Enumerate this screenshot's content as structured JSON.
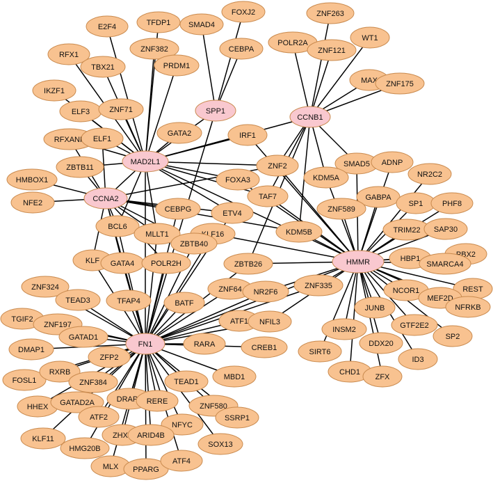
{
  "colors": {
    "hub_fill": "#f9c8cf",
    "node_fill": "#f8c290",
    "edge": "#000000"
  },
  "hubs": [
    "MAD2L1",
    "CCNA2",
    "SPP1",
    "CCNB1",
    "FN1",
    "HMMR"
  ],
  "nodes": [
    "SPP1",
    "CCNB1",
    "MAD2L1",
    "CCNA2",
    "FN1",
    "HMMR",
    "SMAD4",
    "FOXJ2",
    "CEBPA",
    "TFDP1",
    "E2F4",
    "ZNF382",
    "RFX1",
    "TBX21",
    "PRDM1",
    "IKZF1",
    "ELF3",
    "ZNF71",
    "RFXANK",
    "ELF1",
    "GATA2",
    "ZBTB11",
    "HMBOX1",
    "NFE2",
    "ZNF263",
    "POLR2A",
    "ZNF121",
    "WT1",
    "MAX",
    "ZNF175",
    "IRF1",
    "ZNF2",
    "FOXA3",
    "TAF7",
    "ETV4",
    "KDM5B",
    "ZBTB26",
    "CEBPG",
    "KLF16",
    "BCL6",
    "MLLT1",
    "ZBTB40",
    "KLF",
    "GATA4",
    "POLR2H",
    "SMAD5",
    "ADNP",
    "NR2C2",
    "KDM5A",
    "GABPA",
    "SP1",
    "PHF8",
    "ZNF589",
    "TRIM22",
    "SAP30",
    "PBX2",
    "HBP1",
    "SMARCA4",
    "REST",
    "NCOR1",
    "MEF2D",
    "NFRKB",
    "ZNF64",
    "NR2F6",
    "ZNF335",
    "JUNB",
    "GTF2E2",
    "SP2",
    "INSM2",
    "DDX20",
    "ID3",
    "SIRT6",
    "CHD1",
    "ZFX",
    "ATF1",
    "NFIL3",
    "CREB1",
    "ZNF324",
    "TEAD3",
    "TFAP4",
    "BATF",
    "RARA",
    "TGIF2",
    "ZNF197",
    "GATAD1",
    "DMAP1",
    "ZFP2",
    "MBD1",
    "FOSL1",
    "RXRB",
    "ZNF384",
    "TEAD1",
    "HHEX",
    "GATAD2A",
    "DRAP1",
    "RERE",
    "ZNF580",
    "SSRP1",
    "ATF2",
    "NFYC",
    "KLF11",
    "ZHX2",
    "ARID4B",
    "SOX13",
    "HMG20B",
    "MLX",
    "PPARG",
    "ATF4"
  ],
  "edges": [
    [
      "SPP1",
      "SMAD4"
    ],
    [
      "SPP1",
      "FOXJ2"
    ],
    [
      "SPP1",
      "CEBPA"
    ],
    [
      "SPP1",
      "MAD2L1"
    ],
    [
      "SPP1",
      "FN1"
    ],
    [
      "CCNB1",
      "ZNF263"
    ],
    [
      "CCNB1",
      "POLR2A"
    ],
    [
      "CCNB1",
      "ZNF121"
    ],
    [
      "CCNB1",
      "WT1"
    ],
    [
      "CCNB1",
      "MAX"
    ],
    [
      "CCNB1",
      "ZNF175"
    ],
    [
      "CCNB1",
      "MAD2L1"
    ],
    [
      "CCNB1",
      "ZNF2"
    ],
    [
      "CCNB1",
      "TAF7"
    ],
    [
      "CCNB1",
      "ZBTB26"
    ],
    [
      "CCNB1",
      "KDM5B"
    ],
    [
      "CCNB1",
      "KDM5A"
    ],
    [
      "CCNB1",
      "SMAD5"
    ],
    [
      "MAD2L1",
      "TFDP1"
    ],
    [
      "MAD2L1",
      "E2F4"
    ],
    [
      "MAD2L1",
      "ZNF382"
    ],
    [
      "MAD2L1",
      "RFX1"
    ],
    [
      "MAD2L1",
      "TBX21"
    ],
    [
      "MAD2L1",
      "PRDM1"
    ],
    [
      "MAD2L1",
      "IKZF1"
    ],
    [
      "MAD2L1",
      "ELF3"
    ],
    [
      "MAD2L1",
      "ZNF71"
    ],
    [
      "MAD2L1",
      "RFXANK"
    ],
    [
      "MAD2L1",
      "ELF1"
    ],
    [
      "MAD2L1",
      "GATA2"
    ],
    [
      "MAD2L1",
      "ZBTB11"
    ],
    [
      "MAD2L1",
      "CCNA2"
    ],
    [
      "MAD2L1",
      "IRF1"
    ],
    [
      "MAD2L1",
      "ZNF2"
    ],
    [
      "MAD2L1",
      "FOXA3"
    ],
    [
      "MAD2L1",
      "TAF7"
    ],
    [
      "MAD2L1",
      "HMMR"
    ],
    [
      "MAD2L1",
      "ETV4"
    ],
    [
      "MAD2L1",
      "FN1"
    ],
    [
      "MAD2L1",
      "BCL6"
    ],
    [
      "MAD2L1",
      "MLLT1"
    ],
    [
      "CCNA2",
      "HMBOX1"
    ],
    [
      "CCNA2",
      "NFE2"
    ],
    [
      "CCNA2",
      "ZBTB11"
    ],
    [
      "CCNA2",
      "ELF1"
    ],
    [
      "CCNA2",
      "RFXANK"
    ],
    [
      "CCNA2",
      "BCL6"
    ],
    [
      "CCNA2",
      "MLLT1"
    ],
    [
      "CCNA2",
      "ZBTB40"
    ],
    [
      "CCNA2",
      "CEBPG"
    ],
    [
      "CCNA2",
      "KDM5B"
    ],
    [
      "CCNA2",
      "ETV4"
    ],
    [
      "CCNA2",
      "ZNF2"
    ],
    [
      "CCNA2",
      "KLF"
    ],
    [
      "CCNA2",
      "GATA4"
    ],
    [
      "CCNA2",
      "POLR2H"
    ],
    [
      "CCNA2",
      "FN1"
    ],
    [
      "HMMR",
      "IRF1"
    ],
    [
      "HMMR",
      "ZNF2"
    ],
    [
      "HMMR",
      "TAF7"
    ],
    [
      "HMMR",
      "KDM5B"
    ],
    [
      "HMMR",
      "SMAD5"
    ],
    [
      "HMMR",
      "ADNP"
    ],
    [
      "HMMR",
      "NR2C2"
    ],
    [
      "HMMR",
      "KDM5A"
    ],
    [
      "HMMR",
      "GABPA"
    ],
    [
      "HMMR",
      "SP1"
    ],
    [
      "HMMR",
      "PHF8"
    ],
    [
      "HMMR",
      "ZNF589"
    ],
    [
      "HMMR",
      "TRIM22"
    ],
    [
      "HMMR",
      "SAP30"
    ],
    [
      "HMMR",
      "PBX2"
    ],
    [
      "HMMR",
      "HBP1"
    ],
    [
      "HMMR",
      "SMARCA4"
    ],
    [
      "HMMR",
      "REST"
    ],
    [
      "HMMR",
      "NCOR1"
    ],
    [
      "HMMR",
      "MEF2D"
    ],
    [
      "HMMR",
      "NFRKB"
    ],
    [
      "HMMR",
      "GTF2E2"
    ],
    [
      "HMMR",
      "SP2"
    ],
    [
      "HMMR",
      "JUNB"
    ],
    [
      "HMMR",
      "DDX20"
    ],
    [
      "HMMR",
      "ID3"
    ],
    [
      "HMMR",
      "ZFX"
    ],
    [
      "HMMR",
      "CHD1"
    ],
    [
      "HMMR",
      "INSM2"
    ],
    [
      "HMMR",
      "SIRT6"
    ],
    [
      "HMMR",
      "ZNF335"
    ],
    [
      "HMMR",
      "NFIL3"
    ],
    [
      "HMMR",
      "NR2F6"
    ],
    [
      "HMMR",
      "ZBTB26"
    ],
    [
      "HMMR",
      "KLF16"
    ],
    [
      "HMMR",
      "FOXA3"
    ],
    [
      "HMMR",
      "FN1"
    ],
    [
      "FN1",
      "CEBPG"
    ],
    [
      "FN1",
      "KLF16"
    ],
    [
      "FN1",
      "ZBTB26"
    ],
    [
      "FN1",
      "ZBTB40"
    ],
    [
      "FN1",
      "MLLT1"
    ],
    [
      "FN1",
      "BCL6"
    ],
    [
      "FN1",
      "KLF"
    ],
    [
      "FN1",
      "GATA4"
    ],
    [
      "FN1",
      "POLR2H"
    ],
    [
      "FN1",
      "TFAP4"
    ],
    [
      "FN1",
      "BATF"
    ],
    [
      "FN1",
      "ZNF64"
    ],
    [
      "FN1",
      "NR2F6"
    ],
    [
      "FN1",
      "ZNF335"
    ],
    [
      "FN1",
      "ATF1"
    ],
    [
      "FN1",
      "NFIL3"
    ],
    [
      "FN1",
      "RARA"
    ],
    [
      "FN1",
      "CREB1"
    ],
    [
      "FN1",
      "MBD1"
    ],
    [
      "FN1",
      "TEAD1"
    ],
    [
      "FN1",
      "ZNF580"
    ],
    [
      "FN1",
      "SSRP1"
    ],
    [
      "FN1",
      "RERE"
    ],
    [
      "FN1",
      "DRAP1"
    ],
    [
      "FN1",
      "NFYC"
    ],
    [
      "FN1",
      "SOX13"
    ],
    [
      "FN1",
      "ATF4"
    ],
    [
      "FN1",
      "ARID4B"
    ],
    [
      "FN1",
      "PPARG"
    ],
    [
      "FN1",
      "ZHX2"
    ],
    [
      "FN1",
      "MLX"
    ],
    [
      "FN1",
      "HMG20B"
    ],
    [
      "FN1",
      "ATF2"
    ],
    [
      "FN1",
      "KLF11"
    ],
    [
      "FN1",
      "GATAD2A"
    ],
    [
      "FN1",
      "HHEX"
    ],
    [
      "FN1",
      "ZNF384"
    ],
    [
      "FN1",
      "RXRB"
    ],
    [
      "FN1",
      "FOSL1"
    ],
    [
      "FN1",
      "ZFP2"
    ],
    [
      "FN1",
      "DMAP1"
    ],
    [
      "FN1",
      "GATAD1"
    ],
    [
      "FN1",
      "ZNF197"
    ],
    [
      "FN1",
      "TGIF2"
    ],
    [
      "FN1",
      "TEAD3"
    ],
    [
      "FN1",
      "ZNF324"
    ],
    [
      "FN1",
      "ETV4"
    ]
  ]
}
